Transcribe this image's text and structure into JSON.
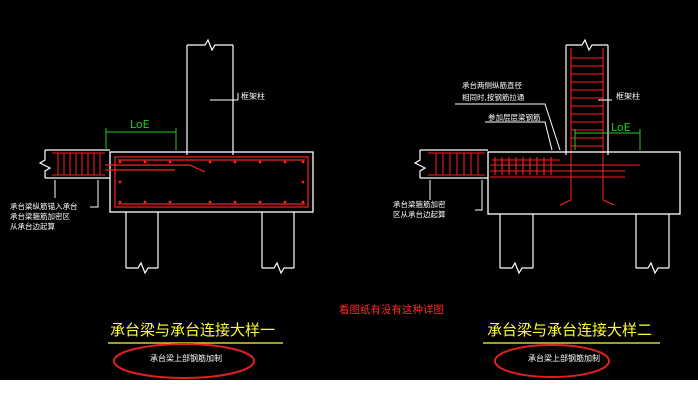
{
  "left": {
    "dim_label": "LoE",
    "column_label": "框架柱",
    "note_lines": [
      "承台梁纵筋锚入承台",
      "承台梁箍筋加密区",
      "从承台边起算"
    ],
    "title": "承台梁与承台连接大样一",
    "subtitle": "承台梁上部钢筋加制"
  },
  "right": {
    "dim_label": "LoE",
    "column_label": "框架柱",
    "note_top_lines": [
      "承台两侧纵筋直径",
      "相同时,按钢筋拉通"
    ],
    "note_mid": "参加层层梁钢筋",
    "note_lines": [
      "承台梁箍筋加密",
      "区从承台边起算"
    ],
    "title": "承台梁与承台连接大样二",
    "subtitle": "承台梁上部钢筋加制"
  },
  "center_note": "看图纸有没有这种详图",
  "colors": {
    "background": "#000000",
    "lines": "#ffffff",
    "rebar": "#ff2020",
    "dimension": "#22cc22",
    "title": "#ffff33",
    "annotation": "#ff2a2a",
    "highlight_ellipse": "#e02020"
  }
}
